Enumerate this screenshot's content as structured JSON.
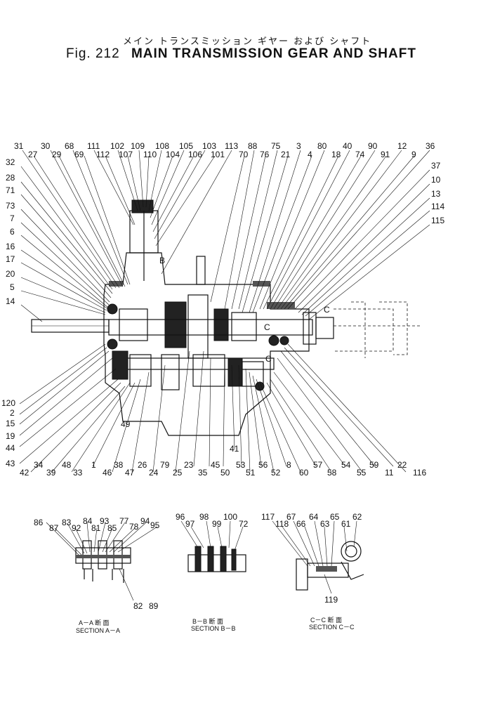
{
  "title": {
    "japanese": "メイン トランスミッション ギヤー および シャフト",
    "fig_number": "Fig. 212",
    "english": "MAIN TRANSMISSION GEAR AND SHAFT"
  },
  "callouts": {
    "top_row1": [
      "31",
      "30",
      "68",
      "111",
      "102",
      "109",
      "108",
      "105",
      "103",
      "113",
      "88",
      "75",
      "3",
      "80",
      "40",
      "90",
      "12",
      "36"
    ],
    "top_row2": [
      "27",
      "29",
      "69",
      "112",
      "107",
      "110",
      "104",
      "106",
      "101",
      "70",
      "76",
      "21",
      "4",
      "18",
      "74",
      "91",
      "9"
    ],
    "left": [
      "32",
      "28",
      "71",
      "73",
      "7",
      "6",
      "16",
      "17",
      "20",
      "5",
      "14"
    ],
    "right": [
      "37",
      "10",
      "13",
      "114",
      "115"
    ],
    "lower_left": [
      "120",
      "2",
      "15",
      "19",
      "44",
      "43"
    ],
    "bottom_row1": [
      "49",
      "38",
      "26",
      "79",
      "23",
      "35",
      "45",
      "50",
      "53",
      "51",
      "56",
      "52",
      "8",
      "60",
      "57",
      "58",
      "54",
      "55",
      "59",
      "22",
      "11",
      "116"
    ],
    "bottom_row2": [
      "42",
      "34",
      "39",
      "48",
      "33",
      "1",
      "46",
      "47",
      "24",
      "25",
      "41"
    ],
    "section_a": [
      "86",
      "87",
      "83",
      "92",
      "84",
      "81",
      "93",
      "85",
      "77",
      "78",
      "94",
      "95",
      "82",
      "89"
    ],
    "section_b": [
      "96",
      "97",
      "98",
      "99",
      "100",
      "72"
    ],
    "section_c": [
      "117",
      "118",
      "67",
      "66",
      "64",
      "63",
      "65",
      "61",
      "62",
      "119"
    ]
  },
  "sections": {
    "a": {
      "jp": "A－A  断 面",
      "en": "SECTION A－A"
    },
    "b": {
      "jp": "B－B  断 面",
      "en": "SECTION B－B"
    },
    "c": {
      "jp": "C－C  断 面",
      "en": "SECTION C－C"
    }
  },
  "view_letters": [
    "B",
    "C",
    "C",
    "C"
  ]
}
